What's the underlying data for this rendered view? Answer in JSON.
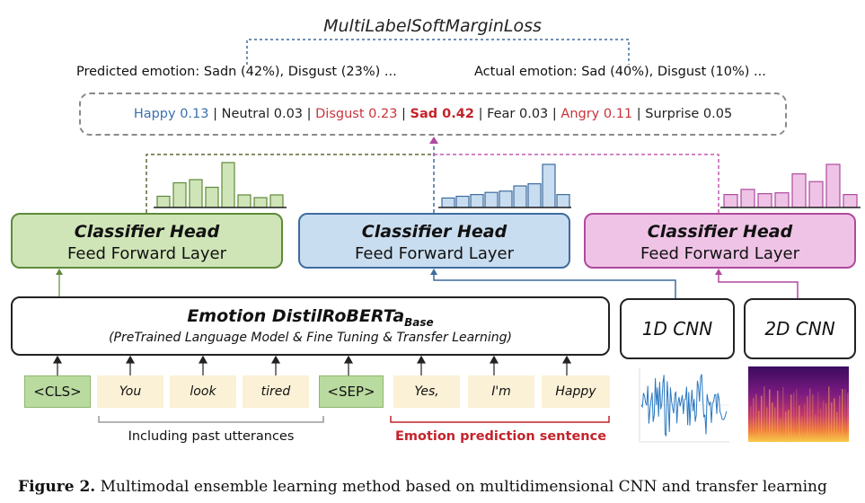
{
  "loss_label": "MultiLabelSoftMarginLoss",
  "predicted_emotion": "Predicted emotion: Sadn (42%), Disgust (23%) ...",
  "actual_emotion": "Actual emotion: Sad (40%), Disgust (10%) ...",
  "scores": [
    {
      "text": "Happy 0.13",
      "color": "#3c6fae"
    },
    {
      "text": "Neutral 0.03",
      "color": "#222222"
    },
    {
      "text": "Disgust 0.23",
      "color": "#c9333a"
    },
    {
      "text": "Sad 0.42",
      "color": "#c4232b"
    },
    {
      "text": "Fear 0.03",
      "color": "#222222"
    },
    {
      "text": "Angry 0.11",
      "color": "#c9333a"
    },
    {
      "text": "Surprise 0.05",
      "color": "#222222"
    }
  ],
  "score_separator": " | ",
  "heads": [
    {
      "title": "Classifier Head",
      "subtitle": "Feed Forward Layer",
      "fill": "#cfe5b7",
      "stroke": "#5f8a3a",
      "bars": [
        0.25,
        0.55,
        0.62,
        0.45,
        1.0,
        0.28,
        0.22,
        0.28
      ]
    },
    {
      "title": "Classifier Head",
      "subtitle": "Feed Forward Layer",
      "fill": "#c9ddf0",
      "stroke": "#3e6c9e",
      "bars": [
        0.22,
        0.26,
        0.3,
        0.35,
        0.38,
        0.5,
        0.55,
        1.0,
        0.3
      ]
    },
    {
      "title": "Classifier Head",
      "subtitle": "Feed Forward Layer",
      "fill": "#efc3e6",
      "stroke": "#b04a9e",
      "bars": [
        0.3,
        0.42,
        0.32,
        0.34,
        0.78,
        0.6,
        1.0,
        0.3
      ]
    }
  ],
  "model": {
    "title": "Emotion DistilRoBERTa",
    "title_sub": "Base",
    "subtitle": "(PreTrained Language Model & Fine Tuning & Transfer Learning)"
  },
  "cnn1": "1D CNN",
  "cnn2": "2D CNN",
  "tokens": [
    "<CLS>",
    "You",
    "look",
    "tired",
    "<SEP>",
    "Yes,",
    "I'm",
    "Happy"
  ],
  "past_label": "Including past utterances",
  "emotion_label": "Emotion prediction sentence",
  "caption_bold": "Figure 2.",
  "caption_text": " Multimodal ensemble learning method based on multidimensional CNN and transfer learning"
}
